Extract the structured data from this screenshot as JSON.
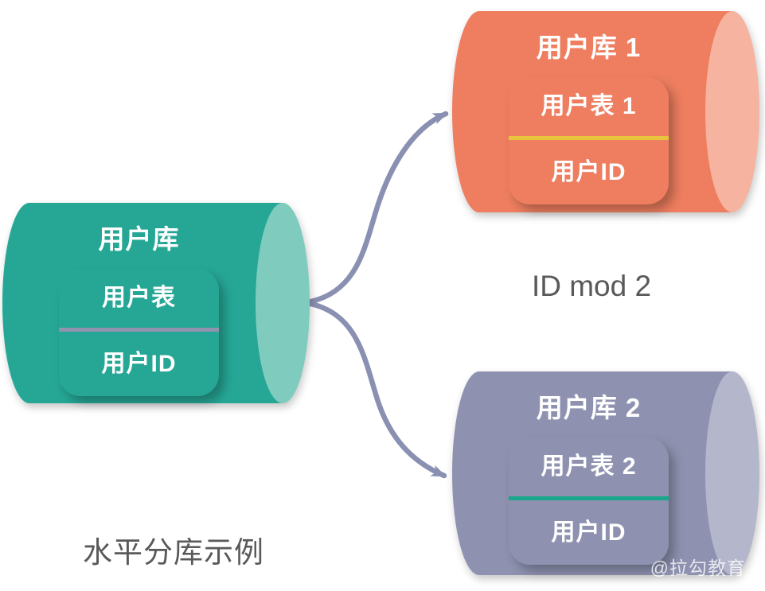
{
  "diagram": {
    "caption": "水平分库示例",
    "mapping_label": "ID mod 2",
    "watermark": "@拉勾教育",
    "text_color": "#595959",
    "arrow_color": "#8A90B2",
    "source": {
      "db_label": "用户库",
      "table_label": "用户表",
      "id_label": "用户ID",
      "colors": {
        "body": "#26A796",
        "face": "#7FCBBE",
        "divider": "#9293AE"
      }
    },
    "shards": [
      {
        "db_label": "用户库 1",
        "table_label": "用户表 1",
        "id_label": "用户ID",
        "colors": {
          "body": "#EE7E5F",
          "face": "#F5B3A0",
          "divider": "#E8C43E"
        }
      },
      {
        "db_label": "用户库 2",
        "table_label": "用户表 2",
        "id_label": "用户ID",
        "colors": {
          "body": "#8E92B0",
          "face": "#B4B7CB",
          "divider": "#1AA88C"
        }
      }
    ]
  }
}
